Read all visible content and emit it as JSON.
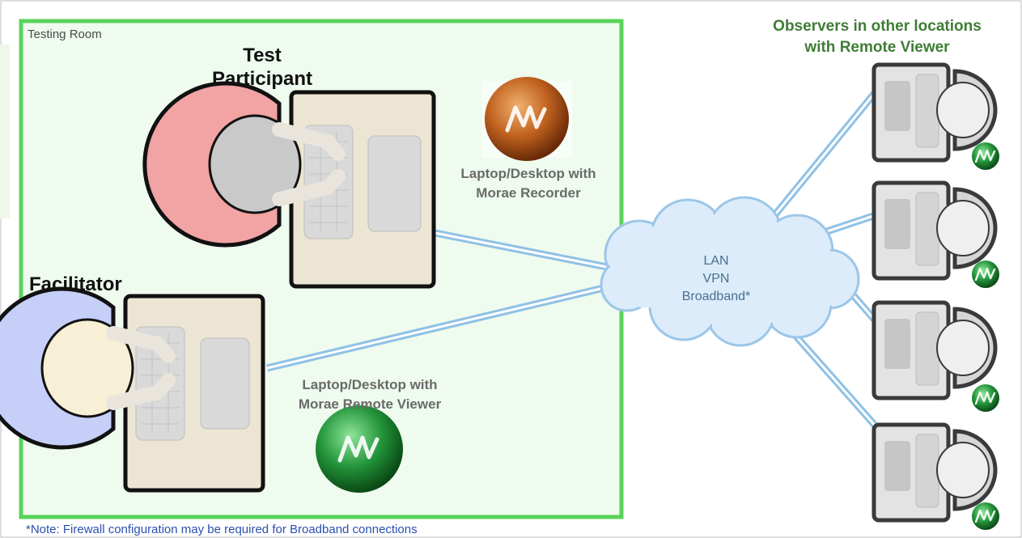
{
  "testing_room": {
    "label": "Testing Room"
  },
  "participant": {
    "title_line1": "Test",
    "title_line2": "Participant"
  },
  "facilitator": {
    "title": "Facilitator"
  },
  "recorder_station": {
    "line1": "Laptop/Desktop with",
    "line2": "Morae Recorder",
    "icon": "morae-recorder-logo"
  },
  "remote_viewer_station": {
    "line1": "Laptop/Desktop with",
    "line2": "Morae Remote Viewer",
    "icon": "morae-remote-viewer-logo"
  },
  "network": {
    "line1": "LAN",
    "line2": "VPN",
    "line3": "Broadband*"
  },
  "observers": {
    "line1": "Observers in other locations",
    "line2": "with Remote Viewer",
    "count": 4
  },
  "footnote": "*Note: Firewall configuration may be required for Broadband connections",
  "colors": {
    "room_border": "#5ad35a",
    "room_fill": "#eefbee",
    "cable": "#8fc1e6",
    "cloud_fill": "#dcecfa",
    "cloud_stroke": "#9cc6e8",
    "participant_head": "#f2a3a3",
    "facilitator_head": "#c6cff8",
    "recorder_logo": "#b35418",
    "viewer_logo": "#1f8a2c"
  }
}
